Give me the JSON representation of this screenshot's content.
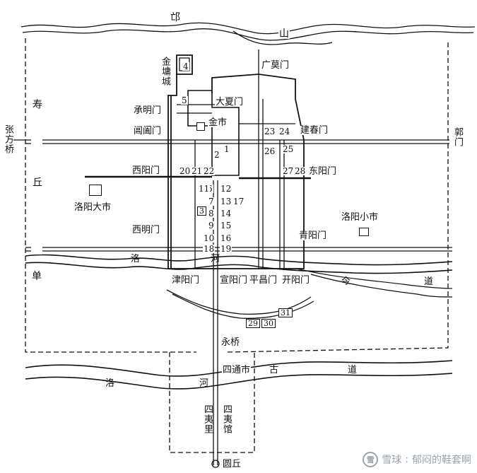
{
  "labels": {
    "mang_shan_1": "邙",
    "mang_shan_2": "山",
    "jinyong_cheng": "金墉城",
    "guangmo_men": "广莫门",
    "chengming_men": "承明门",
    "daxia_men": "大夏门",
    "changhe_men": "阊阖门",
    "jin_shi": "金市",
    "jianchun_men": "建春门",
    "zhangfang_qiao": "张方桥",
    "guo_men": "郭门",
    "shou_qiu": "寿丘",
    "xiyang_men": "西阳门",
    "dongyang_men": "东阳门",
    "luoyang_dashi": "洛阳大市",
    "luoyang_xiaoshi": "洛阳小市",
    "ximing_men": "西明门",
    "qingyang_men": "青阳门",
    "luo_he": "洛河",
    "luo_he_2": "洛河",
    "dan": "单",
    "jiyang_men": "津阳门",
    "xuanyang_men": "宣阳门",
    "pingchang_men": "平昌门",
    "kaiyang_men": "开阳门",
    "jin_dao": "今道",
    "yong_qiao": "永桥",
    "sitong_shi": "四通市",
    "gu_dao": "古道",
    "siyi_li": "四夷里",
    "siyi_guan": "四夷馆",
    "yuan_qiu": "圆丘"
  },
  "numbers": {
    "n1": "1",
    "n2": "2",
    "n3": "3",
    "n4": "4",
    "n5": "5",
    "n6": "6",
    "n7": "7",
    "n8": "8",
    "n9": "9",
    "n10": "10",
    "n11": "11",
    "n12": "12",
    "n13": "13",
    "n14": "14",
    "n15": "15",
    "n16": "16",
    "n17": "17",
    "n18": "18",
    "n19": "19",
    "n20": "20",
    "n21": "21",
    "n22": "22",
    "n23": "23",
    "n24": "24",
    "n25": "25",
    "n26": "26",
    "n27": "27",
    "n28": "28",
    "n29": "29",
    "n30": "30",
    "n31": "31"
  },
  "watermark": {
    "site": "雪球",
    "separator": ":",
    "author": "郁闷的鞋套啊"
  }
}
